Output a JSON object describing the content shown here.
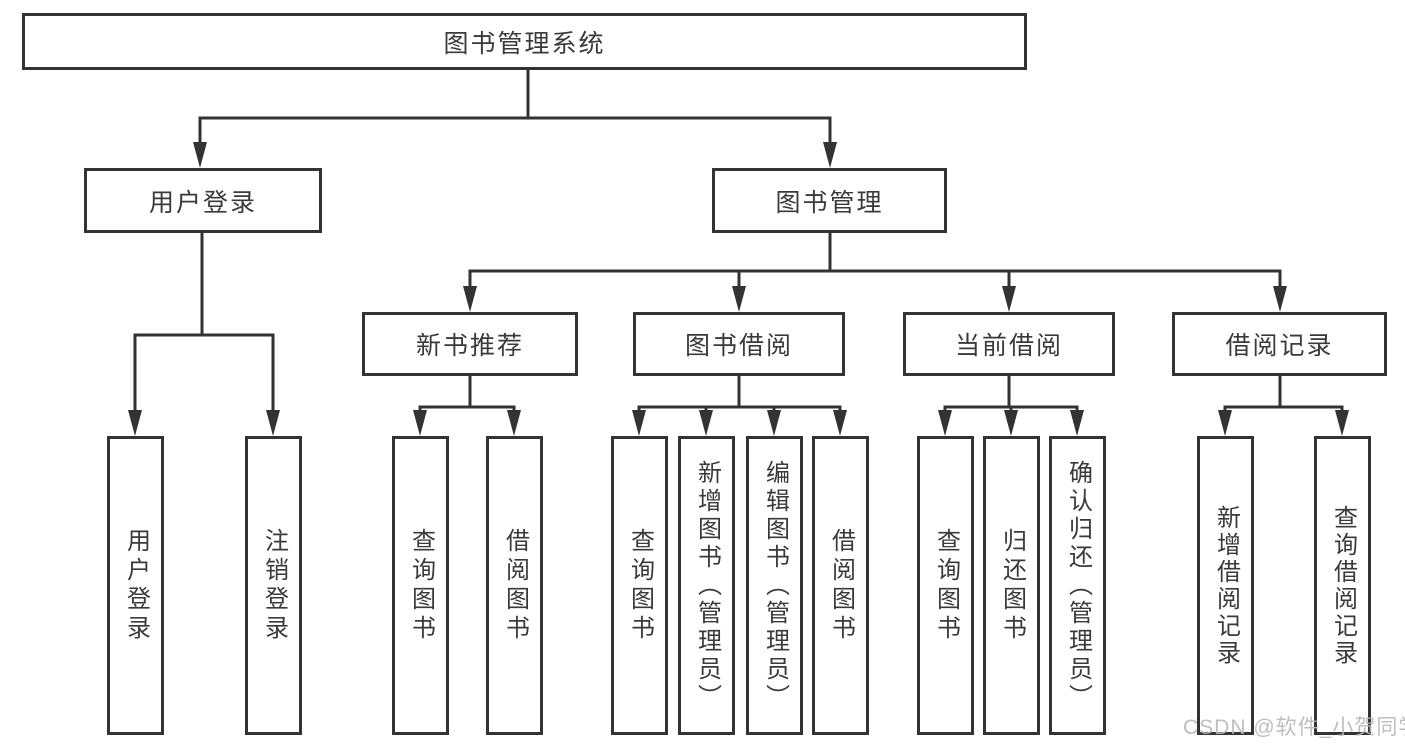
{
  "diagram": {
    "type": "tree",
    "title": "图书管理系统",
    "hierarchy": {
      "图书管理系统": {
        "用户登录": [
          "用户登录",
          "注销登录"
        ],
        "图书管理": {
          "新书推荐": [
            "查询图书",
            "借阅图书"
          ],
          "图书借阅": [
            "查询图书",
            "新增图书（管理员）",
            "编辑图书（管理员）",
            "借阅图书"
          ],
          "当前借阅": [
            "查询图书",
            "归还图书",
            "确认归还（管理员）"
          ],
          "借阅记录": [
            "新增借阅记录",
            "查询借阅记录"
          ]
        }
      }
    }
  },
  "nodes": {
    "root": {
      "label": "图书管理系统"
    },
    "user_login": {
      "label": "用户登录"
    },
    "book_mgmt": {
      "label": "图书管理"
    },
    "new_book_rec": {
      "label": "新书推荐"
    },
    "book_borrow": {
      "label": "图书借阅"
    },
    "current_borrow": {
      "label": "当前借阅"
    },
    "borrow_records": {
      "label": "借阅记录"
    },
    "leaf_user_login": {
      "label": "用户登录"
    },
    "leaf_logout": {
      "label": "注销登录"
    },
    "leaf_query_book_1": {
      "label": "查询图书"
    },
    "leaf_borrow_book_1": {
      "label": "借阅图书"
    },
    "leaf_query_book_2": {
      "label": "查询图书"
    },
    "leaf_add_book": {
      "label": "新增图书（管理员）"
    },
    "leaf_edit_book": {
      "label": "编辑图书（管理员）"
    },
    "leaf_borrow_book_2": {
      "label": "借阅图书"
    },
    "leaf_query_book_3": {
      "label": "查询图书"
    },
    "leaf_return_book": {
      "label": "归还图书"
    },
    "leaf_confirm_return": {
      "label": "确认归还（管理员）"
    },
    "leaf_add_record": {
      "label": "新增借阅记录"
    },
    "leaf_query_record": {
      "label": "查询借阅记录"
    }
  },
  "watermark": {
    "text": "CSDN @软件_小贺同学"
  },
  "colors": {
    "line": "#333333",
    "node_border": "#333333",
    "node_fill": "#ffffff",
    "text": "#3a3a3a",
    "watermark": "#b9b9b9",
    "background": "#ffffff"
  }
}
